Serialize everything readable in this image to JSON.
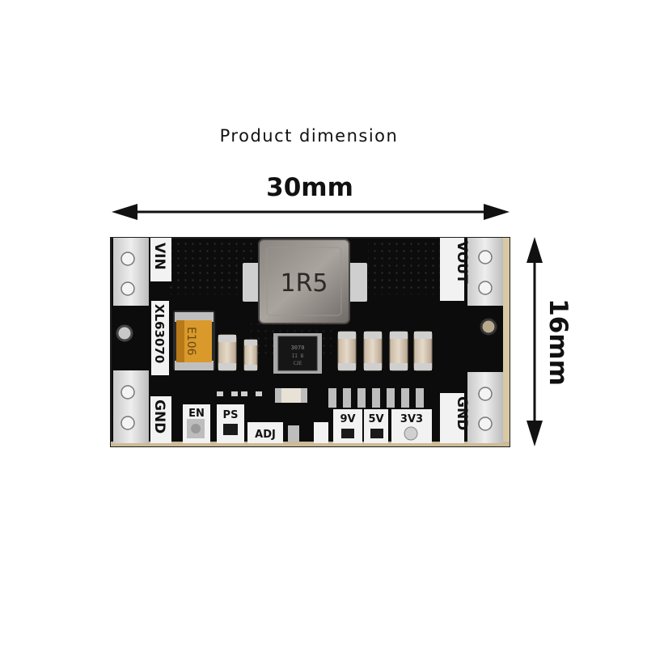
{
  "caption": "Product dimension",
  "width_label": "30mm",
  "height_label": "16mm",
  "board": {
    "inductor_mark": "1R5",
    "capacitor_mark": "E106",
    "ic_mark": "XL63070",
    "ic_top_mark": "3070",
    "labels": {
      "vin": "VIN",
      "vout": "VOUT",
      "gnd_left": "GND",
      "gnd_right": "GND",
      "en": "EN",
      "ps": "PS",
      "adj": "ADJ",
      "v9": "9V",
      "v5": "5V",
      "v3v3": "3V3"
    }
  }
}
